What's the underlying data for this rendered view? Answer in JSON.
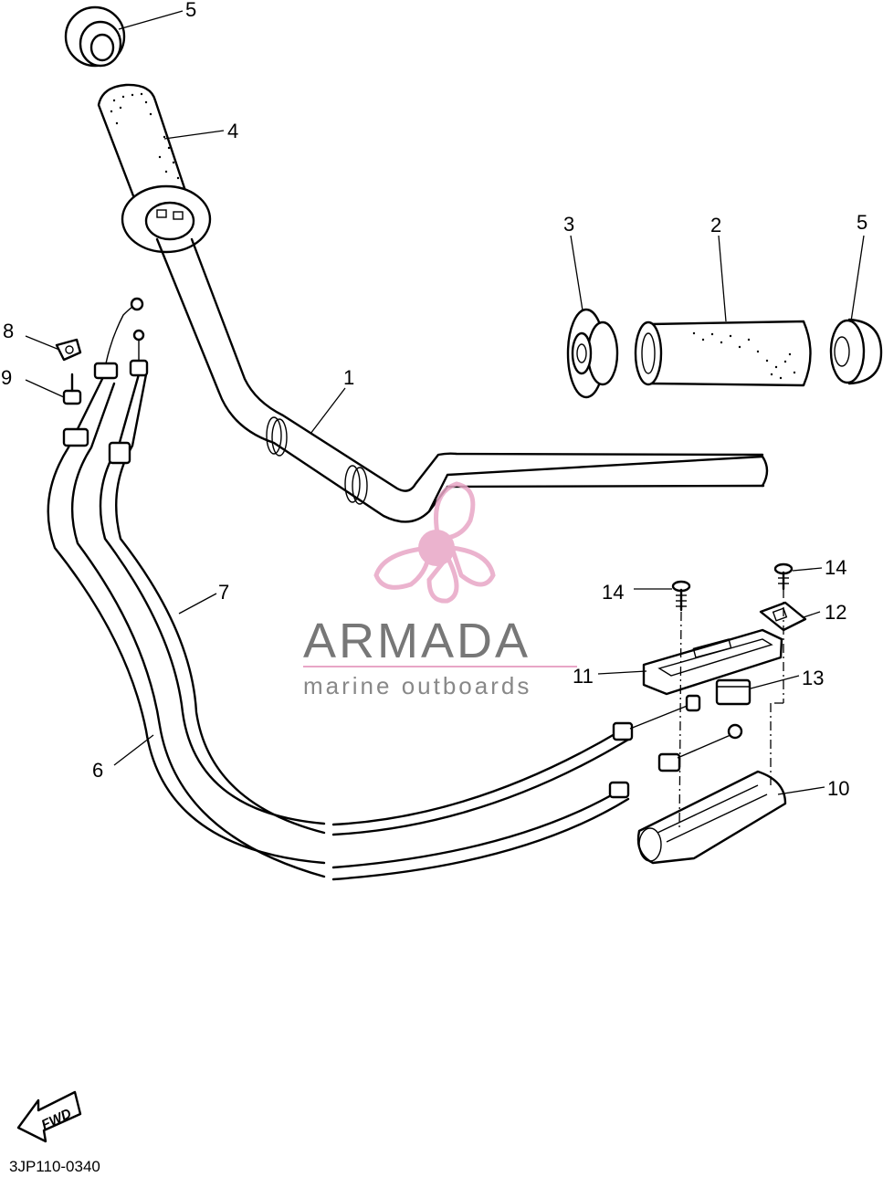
{
  "callouts": {
    "c1": "1",
    "c2": "2",
    "c3": "3",
    "c4": "4",
    "c5_top": "5",
    "c5_right": "5",
    "c6": "6",
    "c7": "7",
    "c8": "8",
    "c9": "9",
    "c10": "10",
    "c11": "11",
    "c12": "12",
    "c13": "13",
    "c14_left": "14",
    "c14_right": "14"
  },
  "drawing_code": "3JP110-0340",
  "fwd_label": "FWD",
  "watermark": {
    "name": "ARMADA",
    "tagline": "marine outboards",
    "colors": {
      "propeller": "#e8a6c6",
      "text": "#777777",
      "rule": "#e8a6c6"
    }
  }
}
